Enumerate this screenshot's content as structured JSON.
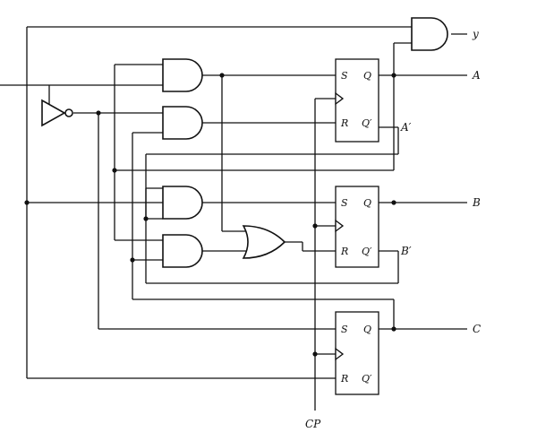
{
  "outputs": {
    "y": "y",
    "A": "A",
    "A_prime": "A′",
    "B": "B",
    "B_prime": "B′",
    "C": "C"
  },
  "clock": {
    "label": "CP"
  },
  "flip_flops": [
    {
      "id": "ff-a",
      "S": "S",
      "R": "R",
      "Q": "Q",
      "Qp": "Q′"
    },
    {
      "id": "ff-b",
      "S": "S",
      "R": "R",
      "Q": "Q",
      "Qp": "Q′"
    },
    {
      "id": "ff-c",
      "S": "S",
      "R": "R",
      "Q": "Q",
      "Qp": "Q′"
    }
  ]
}
